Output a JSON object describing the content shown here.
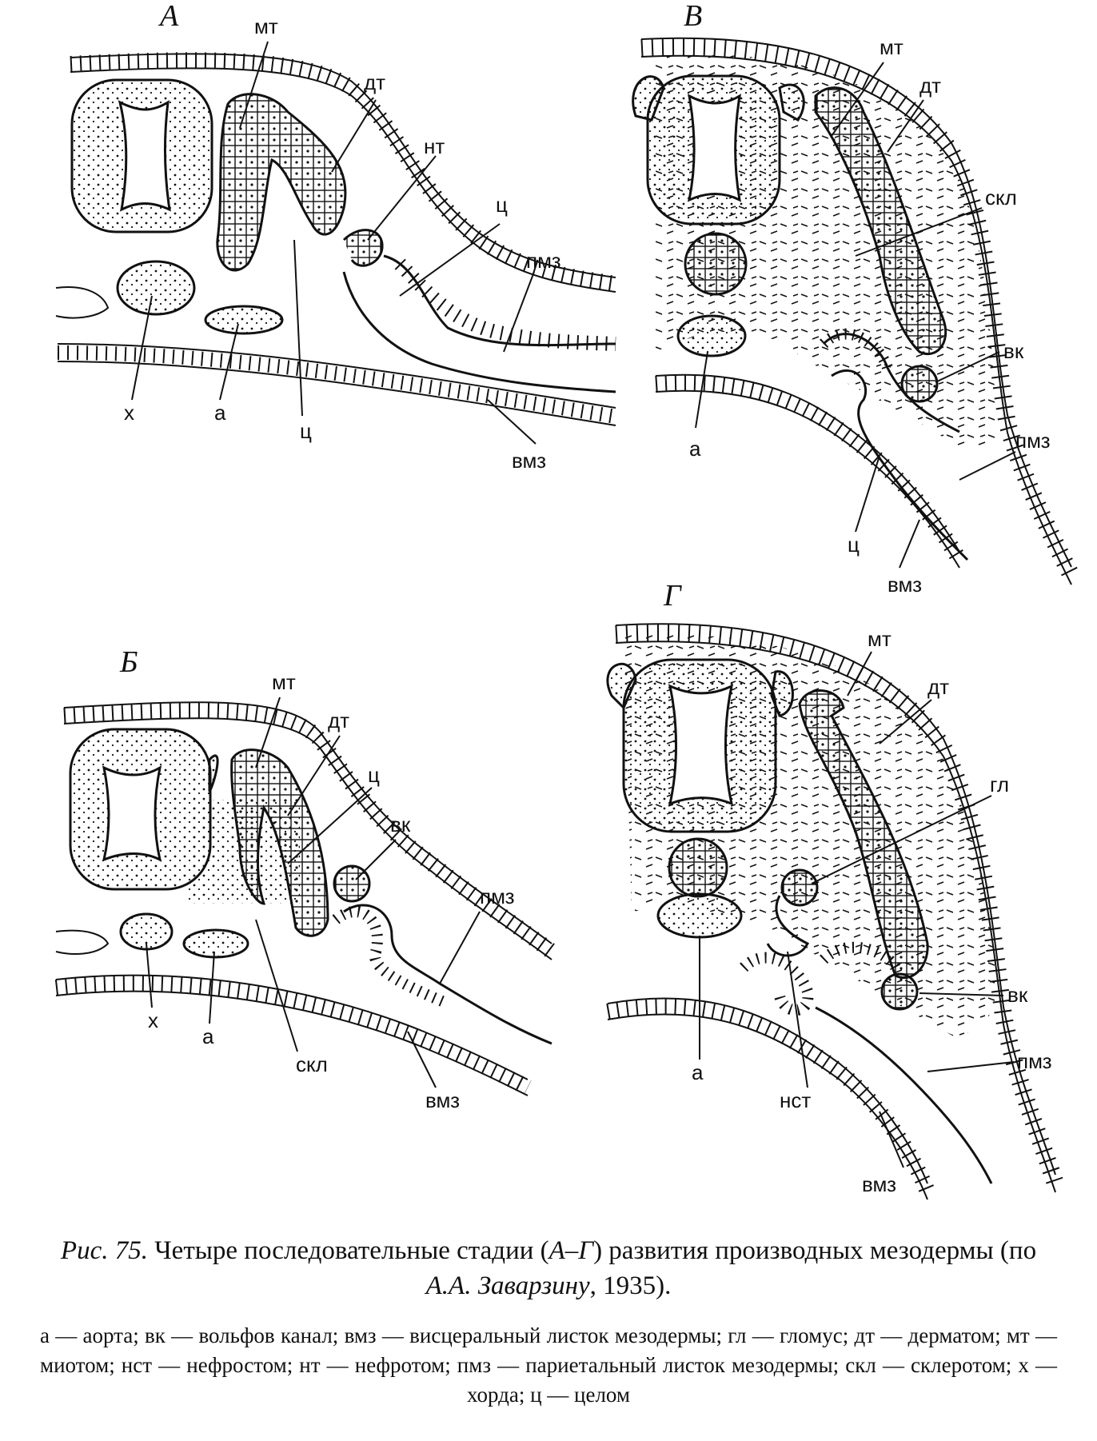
{
  "panels": {
    "A": {
      "letter": "А",
      "labels": {
        "mt": "мт",
        "dt": "дт",
        "nt": "нт",
        "ts1": "ц",
        "pmz": "пмз",
        "vmz": "вмз",
        "x": "х",
        "a": "а",
        "ts2": "ц"
      }
    },
    "B": {
      "letter": "Б",
      "labels": {
        "mt": "мт",
        "dt": "дт",
        "ts": "ц",
        "vk": "вк",
        "pmz": "пмз",
        "vmz": "вмз",
        "skl": "скл",
        "x": "х",
        "a": "а"
      }
    },
    "V": {
      "letter": "В",
      "labels": {
        "mt": "мт",
        "dt": "дт",
        "skl": "скл",
        "vk": "вк",
        "pmz": "пмз",
        "vmz": "вмз",
        "a": "а",
        "ts": "ц"
      }
    },
    "G": {
      "letter": "Г",
      "labels": {
        "mt": "мт",
        "dt": "дт",
        "gl": "гл",
        "vk": "вк",
        "pmz": "пмз",
        "vmz": "вмз",
        "a": "а",
        "nst": "нст"
      }
    }
  },
  "caption": {
    "prefix": "Рис. 75.",
    "text1": " Четыре последовательные стадии (",
    "stages": "А–Г",
    "text2": ") развития производных мезодермы (по ",
    "author": "А.А. Заварзину",
    "text3": ", 1935)."
  },
  "legend": "а — аорта; вк — вольфов канал; вмз — висцеральный листок мезодермы; гл — гломус; дт — дерматом; мт — миотом; нст — нефростом; нт — нефротом; пмз — париетальный листок мезодермы; скл — склеротом; х — хорда; ц — целом"
}
